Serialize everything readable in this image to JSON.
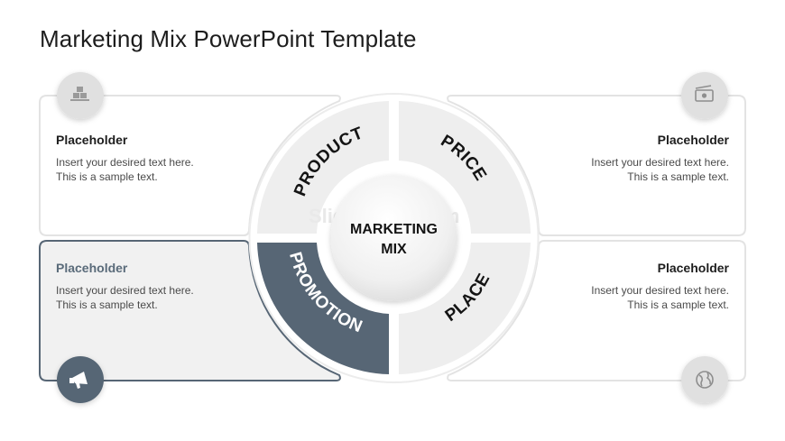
{
  "title": "Marketing Mix PowerPoint Template",
  "center": {
    "line1": "MARKETING",
    "line2": "MIX"
  },
  "watermark": "SlideModel.com",
  "segments": [
    {
      "label": "PRODUCT",
      "state": "inactive"
    },
    {
      "label": "PRICE",
      "state": "inactive"
    },
    {
      "label": "PROMOTION",
      "state": "active"
    },
    {
      "label": "PLACE",
      "state": "inactive"
    }
  ],
  "cards": [
    {
      "heading": "Placeholder",
      "line1": "Insert your desired text here.",
      "line2": "This is a sample text.",
      "icon": "boxes-icon"
    },
    {
      "heading": "Placeholder",
      "line1": "Insert your desired text here.",
      "line2": "This is a sample text.",
      "icon": "money-icon"
    },
    {
      "heading": "Placeholder",
      "line1": "Insert your desired text here.",
      "line2": "This is a sample text.",
      "icon": "megaphone-icon"
    },
    {
      "heading": "Placeholder",
      "line1": "Insert your desired text here.",
      "line2": "This is a sample text.",
      "icon": "globe-icon"
    }
  ],
  "colors": {
    "accent": "#576675",
    "segment": "#eeeeee",
    "card_border": "#e3e3e3",
    "active_card_fill": "#f1f1f1"
  }
}
